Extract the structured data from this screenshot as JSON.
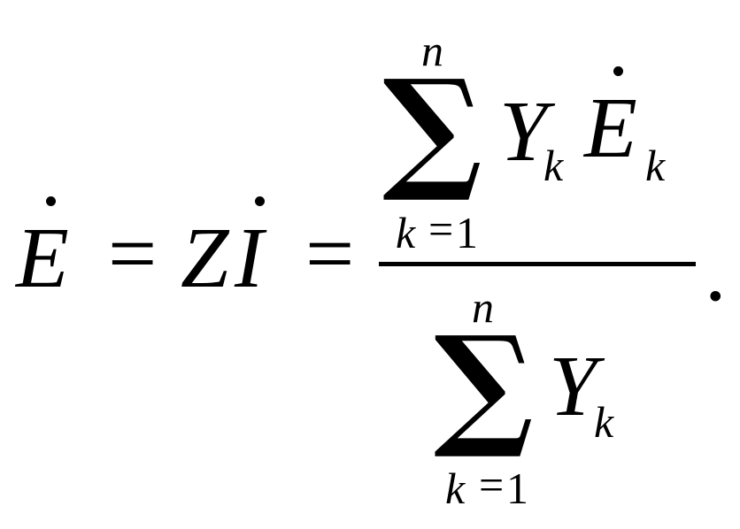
{
  "formula": {
    "lhs": {
      "E": "E",
      "eq1": "=",
      "Z": "Z",
      "I": "I",
      "eq2": "="
    },
    "numerator": {
      "sum_upper": "n",
      "sigma": "∑",
      "sum_lower_index": "k",
      "sum_lower_eq": "=",
      "sum_lower_value": "1",
      "Y": "Y",
      "Y_sub": "k",
      "E": "E",
      "E_sub": "k"
    },
    "denominator": {
      "sum_upper": "n",
      "sigma": "∑",
      "sum_lower_index": "k",
      "sum_lower_eq": "=",
      "sum_lower_value": "1",
      "Y": "Y",
      "Y_sub": "k"
    },
    "period": "."
  }
}
